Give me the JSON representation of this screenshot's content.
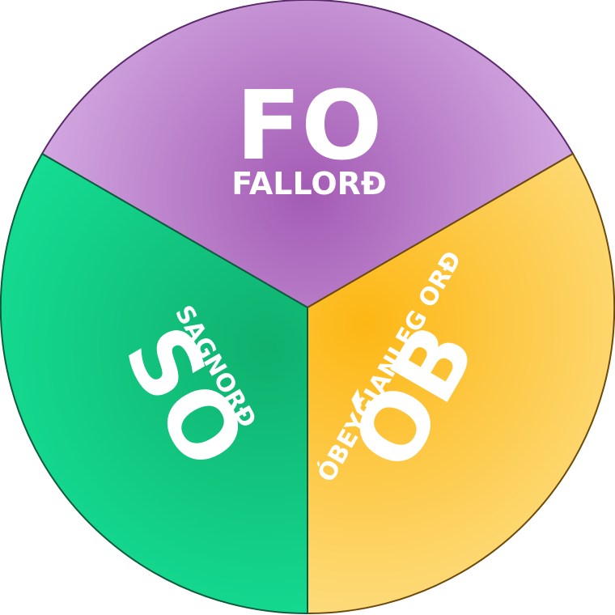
{
  "segments": [
    {
      "abbr": "FO",
      "label": "FALLORÐ",
      "color": "#a35bb4",
      "light": "#d2a7e0"
    },
    {
      "abbr": "ÓB",
      "label": "ÓBEYGJANLEG ORÐ",
      "color": "#fdb714",
      "light": "#fddb7a"
    },
    {
      "abbr": "SO",
      "label": "SAGNORÐ",
      "color": "#10b06e",
      "light": "#14dc92"
    }
  ]
}
